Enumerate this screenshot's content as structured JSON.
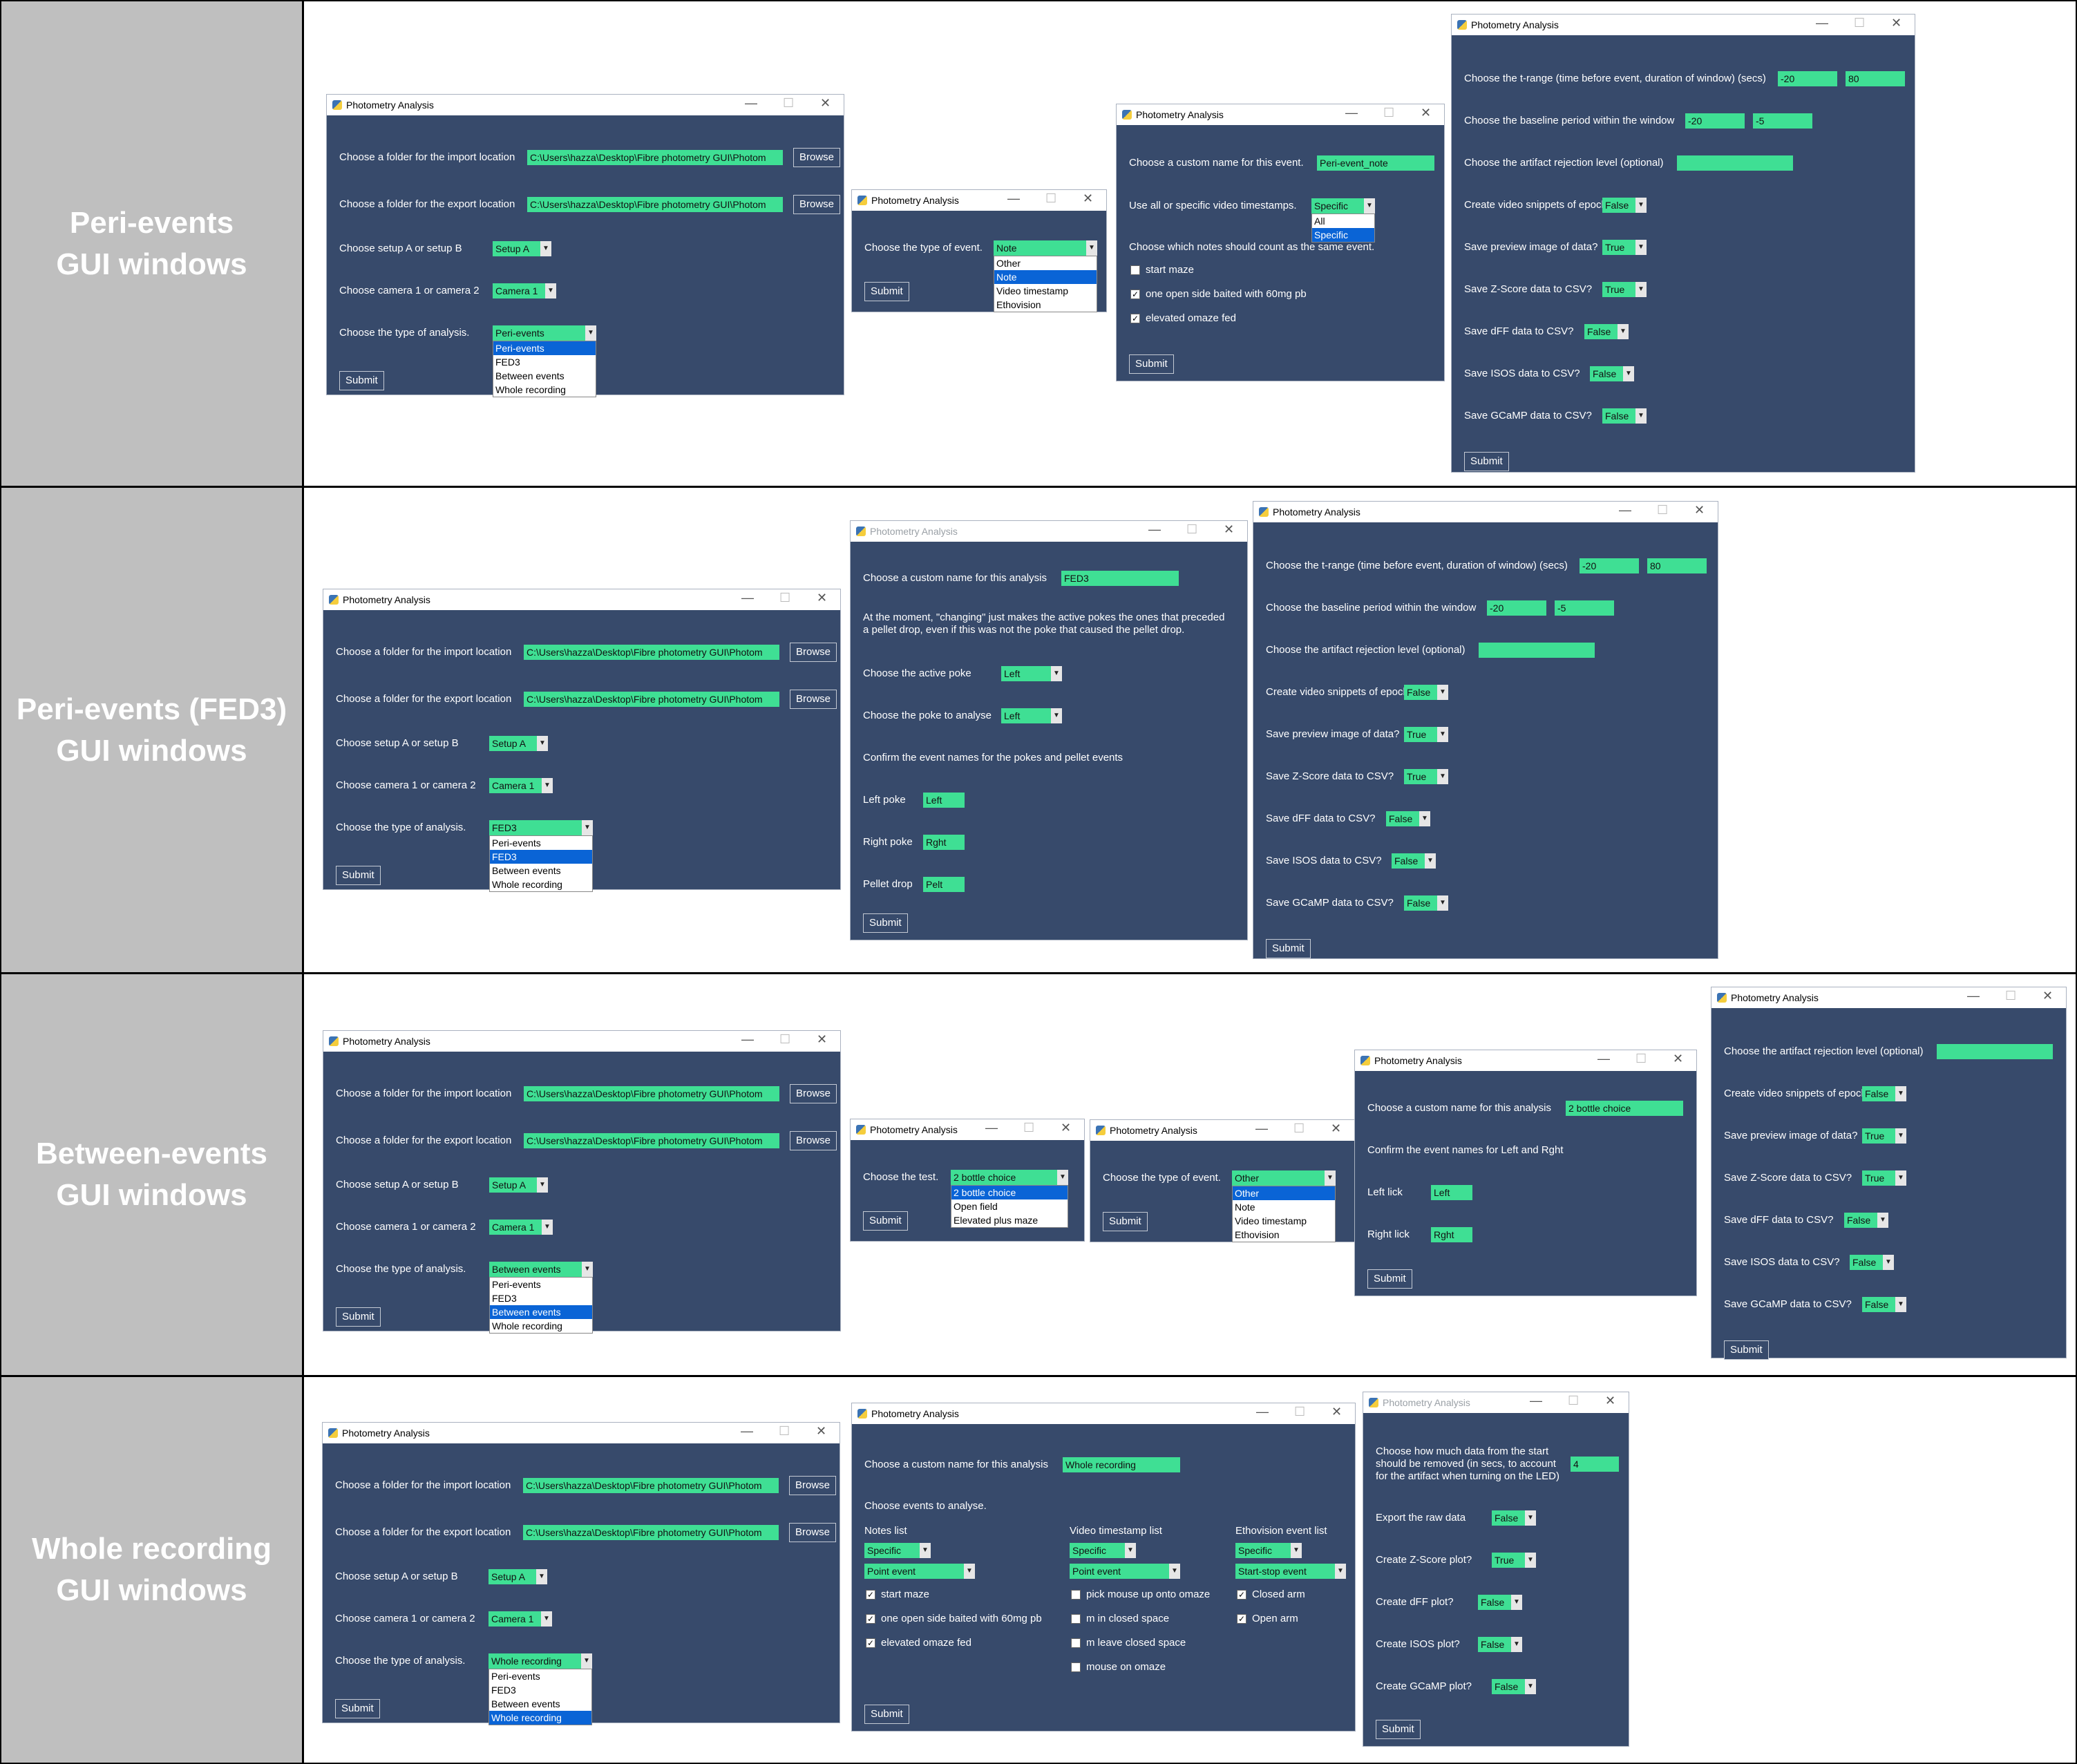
{
  "rows": [
    {
      "label_line1": "Peri-events",
      "label_line2": "GUI windows"
    },
    {
      "label_line1": "Peri-events (FED3)",
      "label_line2": "GUI windows"
    },
    {
      "label_line1": "Between-events",
      "label_line2": "GUI windows"
    },
    {
      "label_line1": "Whole recording",
      "label_line2": "GUI windows"
    }
  ],
  "window_title": "Photometry Analysis",
  "controls": {
    "minimize": "—",
    "maximize": "☐",
    "close": "✕",
    "combo_arrow": "▼",
    "check": "✓"
  },
  "submit": "Submit",
  "browse": "Browse",
  "import_label": "Choose a folder for the import location",
  "export_label": "Choose a folder for the export location",
  "path_value": "C:\\Users\\hazza\\Desktop\\Fibre photometry GUI\\Photom",
  "setup_label": "Choose setup A or setup B",
  "setup_value": "Setup A",
  "camera_label": "Choose camera 1 or camera 2",
  "camera_value": "Camera 1",
  "analysis_label": "Choose the type of analysis.",
  "analysis_options": [
    "Peri-events",
    "FED3",
    "Between events",
    "Whole recording"
  ],
  "event_type_label": "Choose the type of event.",
  "event_options": [
    "Other",
    "Note",
    "Video timestamp",
    "Ethovision"
  ],
  "custom_name_event_label": "Choose a custom name for this event.",
  "custom_name_analysis_label": "Choose a custom name for this analysis",
  "specific_label": "Use all or specific video timestamps.",
  "spec_options": [
    "All",
    "Specific"
  ],
  "notes_same_label": "Choose which notes should count as the same event.",
  "notes": [
    "start maze",
    "one open side baited with 60mg pb",
    "elevated omaze fed"
  ],
  "trange_label": "Choose the t-range (time before event, duration of window) (secs)",
  "trange": [
    "-20",
    "80"
  ],
  "baseline_label": "Choose the baseline period within the window",
  "baseline": [
    "-20",
    "-5"
  ],
  "artifact_label": "Choose the artifact rejection level (optional)",
  "options_true": "True",
  "options_false": "False",
  "param_labels": [
    "Create video snippets of epochs?",
    "Save preview image of data?",
    "Save Z-Score data to CSV?",
    "Save dFF data to CSV?",
    "Save ISOS data to CSV?",
    "Save GCaMP data to CSV?"
  ],
  "param_values": [
    "False",
    "True",
    "True",
    "False",
    "False",
    "False"
  ],
  "peri": {
    "name_value": "Peri-event_note",
    "note_value": "Note",
    "spec_value": "Specific"
  },
  "fed3": {
    "name_value": "FED3",
    "info_line1": "At the moment, \"changing\" just makes the active pokes the ones that preceded",
    "info_line2": "a pellet drop, even if this was not the poke that caused the pellet drop.",
    "active_label": "Choose the active poke",
    "active_value": "Left",
    "analyse_label": "Choose the poke to analyse",
    "analyse_value": "Left",
    "confirm_label": "Confirm the event names for the pokes and pellet events",
    "left_label": "Left poke",
    "left_value": "Left",
    "right_label": "Right poke",
    "right_value": "Rght",
    "pellet_label": "Pellet drop",
    "pellet_value": "Pelt"
  },
  "between": {
    "test_label": "Choose the test.",
    "test_value": "2 bottle choice",
    "test_options": [
      "2 bottle choice",
      "Open field",
      "Elevated plus maze"
    ],
    "event_value": "Other",
    "name_value": "2 bottle choice",
    "confirm_label": "Confirm the event names for Left and Rght",
    "left_label": "Left lick",
    "left_value": "Left",
    "right_label": "Right lick",
    "right_value": "Rght"
  },
  "whole": {
    "name_value": "Whole recording",
    "events_label": "Choose events to analyse.",
    "notes_list": "Notes list",
    "video_list": "Video timestamp list",
    "etho_list": "Ethovision event list",
    "spec_value": "Specific",
    "point_event": "Point event",
    "start_stop": "Start-stop event",
    "video_items": [
      "pick mouse up onto omaze",
      "m in closed space",
      "m leave closed space",
      "mouse on omaze"
    ],
    "etho_items": [
      "Closed arm",
      "Open arm"
    ],
    "remove_label1": "Choose how much data from the start",
    "remove_label2": "should be removed (in secs, to account",
    "remove_label3": "for the artifact when turning on the LED)",
    "remove_value": "4",
    "plot_labels": [
      "Export the raw data",
      "Create Z-Score plot?",
      "Create dFF plot?",
      "Create ISOS plot?",
      "Create GCaMP plot?"
    ],
    "plot_values": [
      "False",
      "True",
      "False",
      "False",
      "False"
    ]
  }
}
